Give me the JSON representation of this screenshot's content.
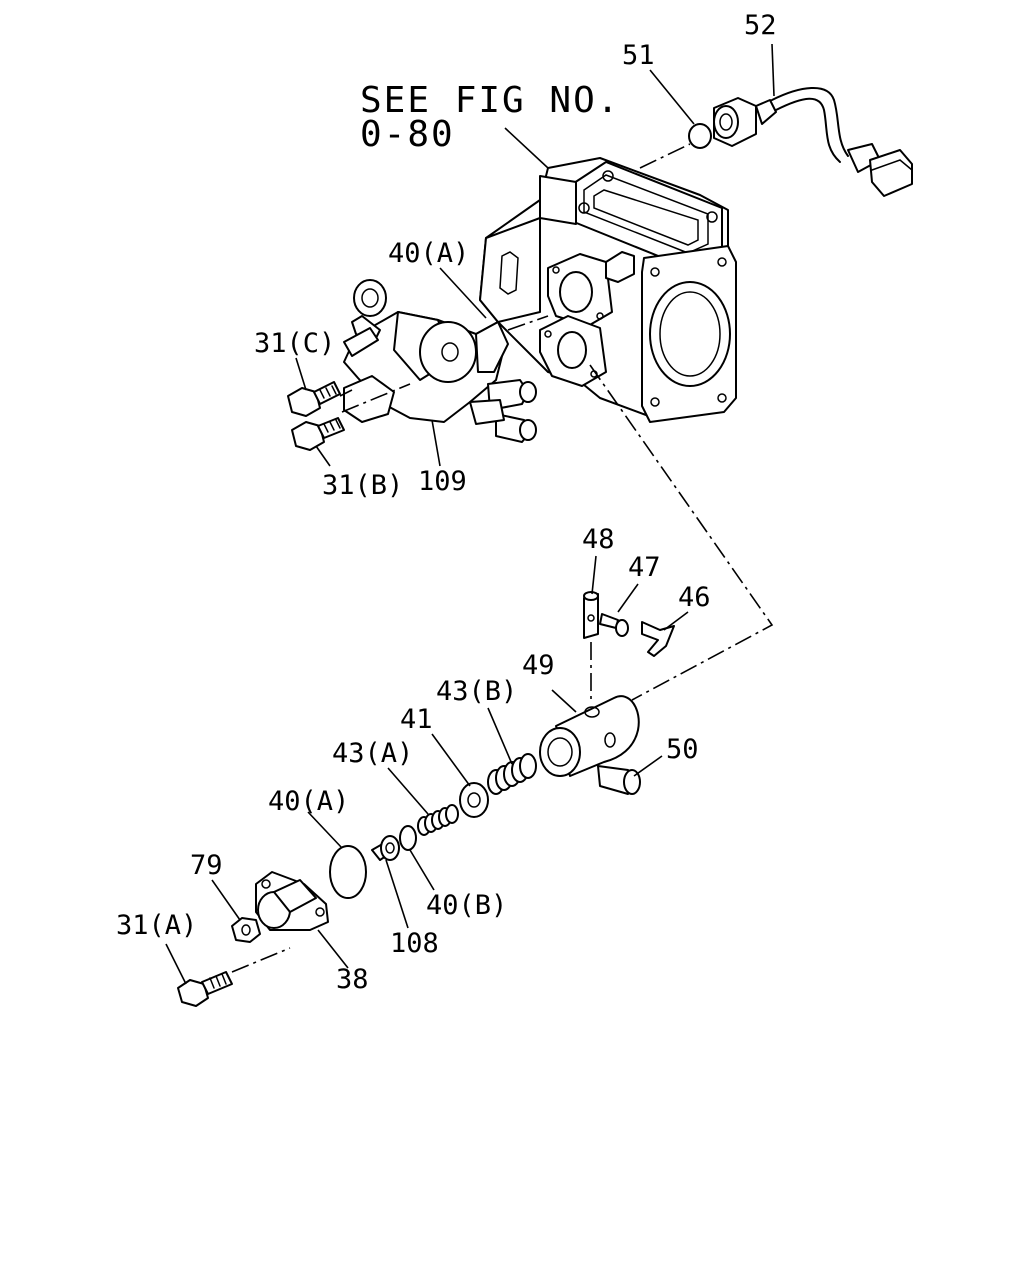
{
  "reference": {
    "line1": "SEE FIG NO.",
    "line2": "0-80"
  },
  "callouts": {
    "p52": "52",
    "p51": "51",
    "p40a_top": "40(A)",
    "p31c": "31(C)",
    "p31b": "31(B)",
    "p109": "109",
    "p48": "48",
    "p47": "47",
    "p46": "46",
    "p49": "49",
    "p43b": "43(B)",
    "p41": "41",
    "p43a": "43(A)",
    "p50": "50",
    "p40a_bottom": "40(A)",
    "p79": "79",
    "p40b": "40(B)",
    "p108": "108",
    "p31a": "31(A)",
    "p38": "38"
  }
}
